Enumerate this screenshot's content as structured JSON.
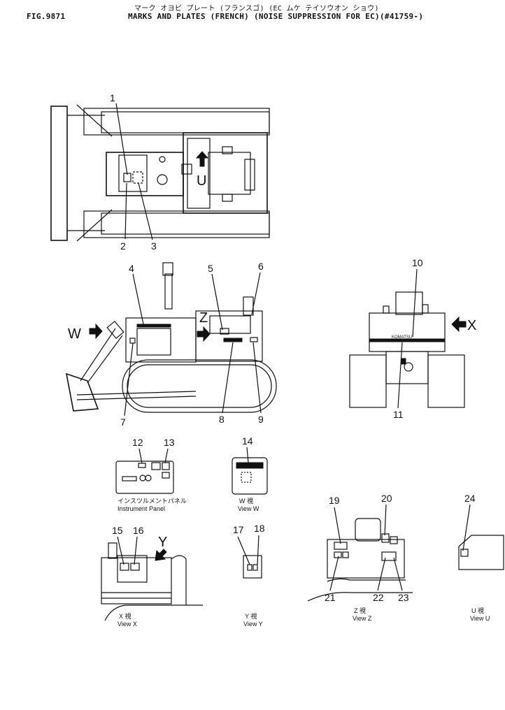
{
  "header": {
    "fig_no": "FIG.9871",
    "title_jp": "マーク オヨビ プレート (フランスゴ) (EC ムケ テイソウオン ショウ)",
    "title_en": "MARKS AND PLATES (FRENCH) (NOISE SUPPRESSION FOR EC)(#41759-)"
  },
  "callouts": [
    "1",
    "2",
    "3",
    "4",
    "5",
    "6",
    "7",
    "8",
    "9",
    "10",
    "11",
    "12",
    "13",
    "14",
    "15",
    "16",
    "17",
    "18",
    "19",
    "20",
    "21",
    "22",
    "23",
    "24"
  ],
  "view_letters": {
    "u": "U",
    "w": "W",
    "z": "Z",
    "x": "X",
    "y": "Y"
  },
  "captions": {
    "instrument_jp": "インスツルメントパネル",
    "instrument_en": "Instrument Panel",
    "view_w_jp": "W 視",
    "view_w_en": "View W",
    "view_x_jp": "X 視",
    "view_x_en": "View X",
    "view_y_jp": "Y 視",
    "view_y_en": "View Y",
    "view_z_jp": "Z 視",
    "view_z_en": "View Z",
    "view_u_jp": "U 視",
    "view_u_en": "View U"
  },
  "plate_text": {
    "rear_brand": "KOMATSU"
  }
}
